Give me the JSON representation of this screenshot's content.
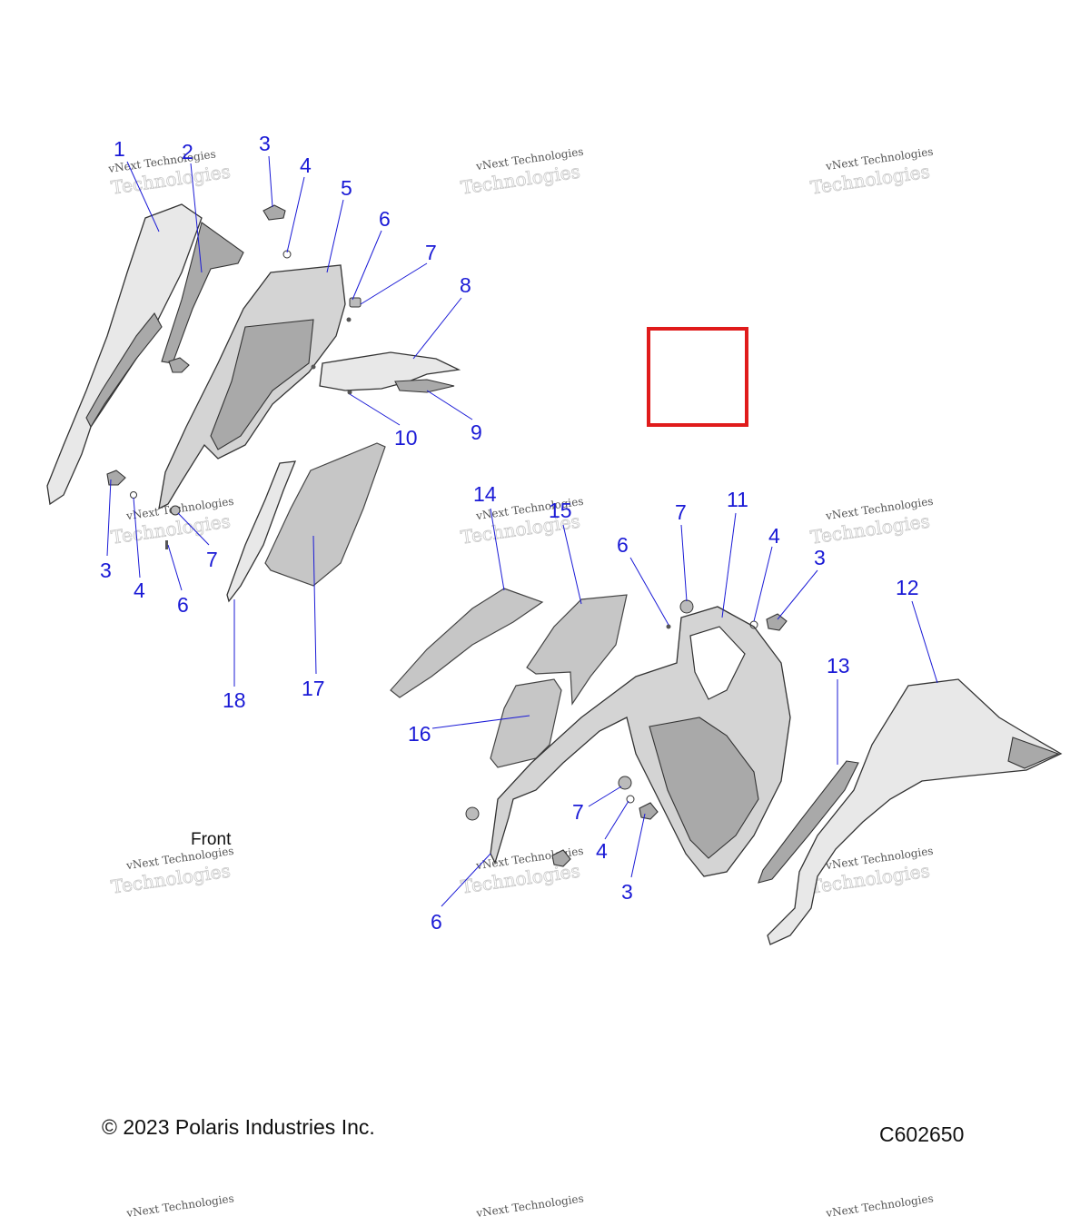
{
  "copyright": "© 2023 Polaris Industries Inc.",
  "figure_id": "C602650",
  "front_label": "Front",
  "watermark": {
    "line1": "vNext Technologies",
    "line2": "Technologies"
  },
  "colors": {
    "callout": "#1a1ad6",
    "highlight_box": "#e01b1b",
    "part_fill": "#d4d4d4"
  },
  "callouts": {
    "c1": "1",
    "c2": "2",
    "c3a": "3",
    "c4a": "4",
    "c5": "5",
    "c6a": "6",
    "c7a": "7",
    "c8": "8",
    "c9": "9",
    "c10": "10",
    "c3b": "3",
    "c4b": "4",
    "c6b": "6",
    "c7b": "7",
    "c17": "17",
    "c18": "18",
    "c14": "14",
    "c15": "15",
    "c16": "16",
    "c7c": "7",
    "c11": "11",
    "c6c": "6",
    "c4c": "4",
    "c3c": "3",
    "c12": "12",
    "c13": "13",
    "c7d": "7",
    "c4d": "4",
    "c3d": "3",
    "c6d": "6"
  }
}
